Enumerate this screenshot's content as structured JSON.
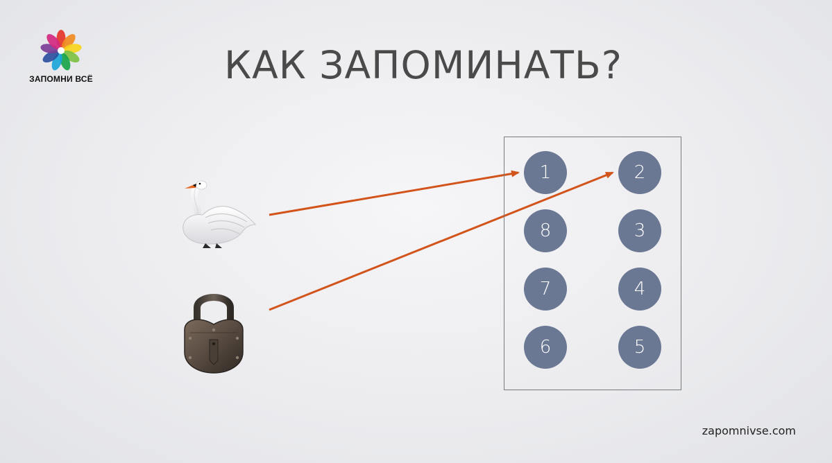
{
  "logo": {
    "text": "ЗАПОМНИ ВСЁ",
    "petal_colors": [
      "#e5332a",
      "#f18a1f",
      "#f6d21c",
      "#7cc142",
      "#19a34a",
      "#1aa5d8",
      "#2c4fa0",
      "#7b3c96",
      "#d4287f"
    ]
  },
  "title": "КАК ЗАПОМИНАТЬ?",
  "images": {
    "swan": "swan",
    "lock": "padlock"
  },
  "grid": {
    "circles": [
      {
        "label": "1",
        "row": 1,
        "col": 1
      },
      {
        "label": "2",
        "row": 1,
        "col": 2
      },
      {
        "label": "8",
        "row": 2,
        "col": 1
      },
      {
        "label": "3",
        "row": 2,
        "col": 2
      },
      {
        "label": "7",
        "row": 3,
        "col": 1
      },
      {
        "label": "4",
        "row": 3,
        "col": 2
      },
      {
        "label": "6",
        "row": 4,
        "col": 1
      },
      {
        "label": "5",
        "row": 4,
        "col": 2
      }
    ],
    "circle_color": "#6b7893"
  },
  "arrows": {
    "color": "#d2541b",
    "links": [
      {
        "from": "swan",
        "to": "1"
      },
      {
        "from": "lock",
        "to": "2"
      }
    ]
  },
  "footer": {
    "url": "zapomnivse.com"
  }
}
